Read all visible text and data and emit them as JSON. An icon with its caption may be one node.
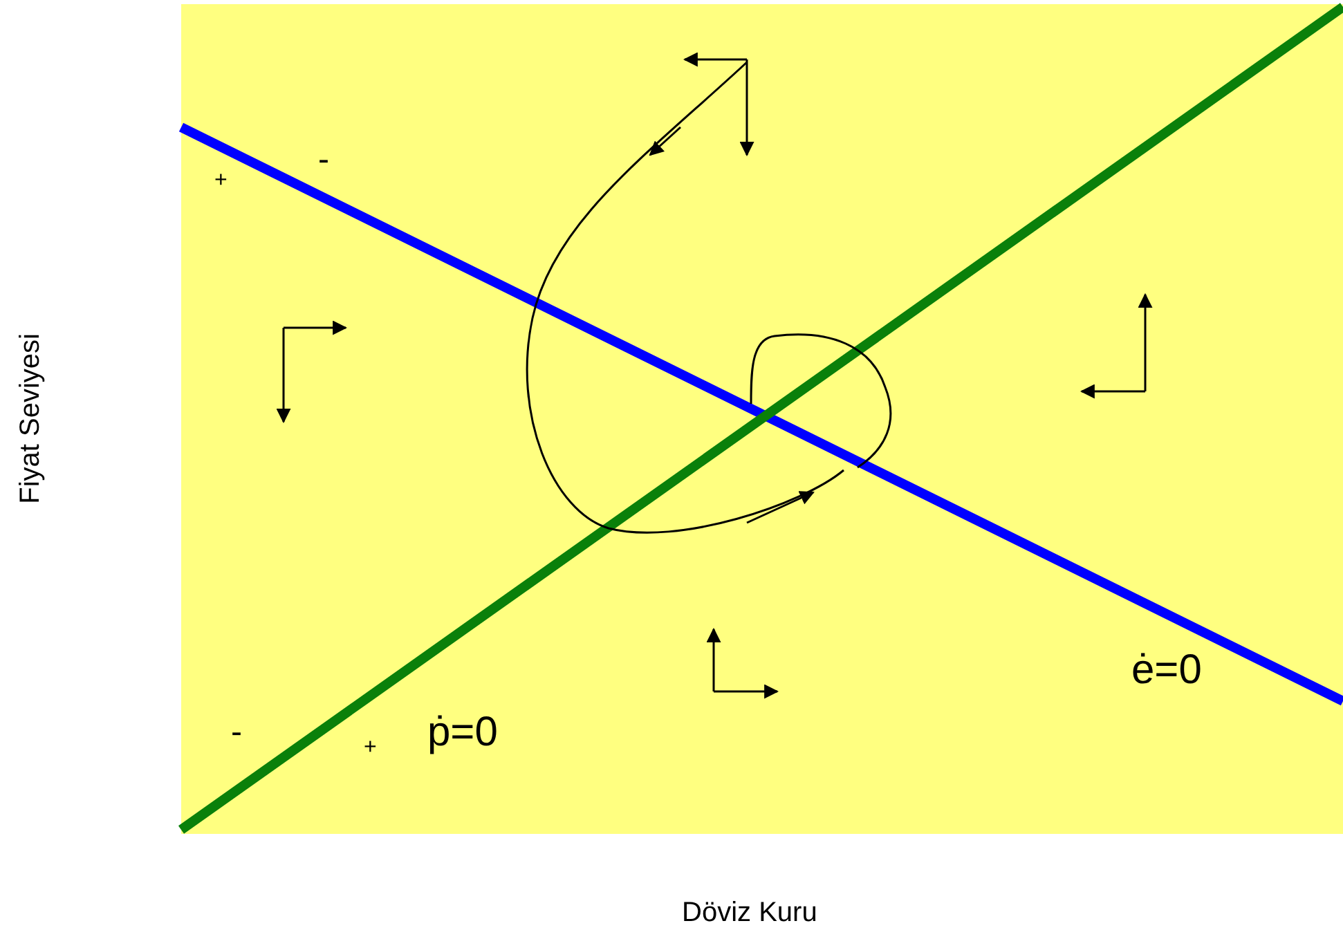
{
  "diagram": {
    "labels": [
      "Fiyat Seviyesi",
      "-",
      "+",
      "ė=0",
      "-",
      "ṗ=0",
      "+",
      "Döviz Kuru"
    ]
  }
}
